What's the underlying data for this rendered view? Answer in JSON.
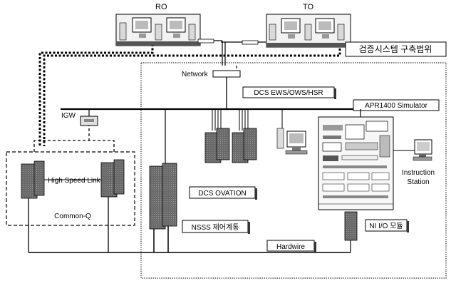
{
  "labels": {
    "ro": "RO",
    "to": "TO",
    "scope": "검증시스템 구축범위",
    "network": "Network",
    "dcs_ews": "DCS EWS/OWS/HSR",
    "igw": "IGW",
    "apr_sim": "APR1400 Simulator",
    "instruction_line1": "Instruction",
    "instruction_line2": "Station",
    "high_speed_link": "High Speed Link",
    "common_q": "Common-Q",
    "dcs_ovation": "DCS OVATION",
    "nsss": "NSSS 제어계통",
    "ni_io": "NI I/O 모듈",
    "hardwire": "Hardwire"
  }
}
